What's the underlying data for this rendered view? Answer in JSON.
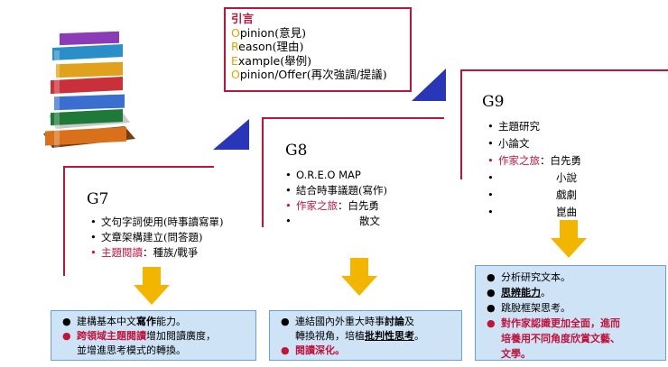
{
  "intro": {
    "title": "引言",
    "rows": [
      {
        "letter": "O",
        "rest": "pinion",
        "zh": "(意見)"
      },
      {
        "letter": "R",
        "rest": "eason",
        "zh": "(理由)"
      },
      {
        "letter": "E",
        "rest": "xample",
        "zh": "(舉例)"
      },
      {
        "letter": "O",
        "rest": "pinion/Offer",
        "zh": "(再次強調/提議)"
      }
    ]
  },
  "g7": {
    "title": "G7",
    "items": [
      {
        "text": "文句字詞使用(時事讀寫單)"
      },
      {
        "text": "文章架構建立(問答題)"
      },
      {
        "red": "主題閱讀",
        "text": "：種族/戰爭"
      }
    ]
  },
  "g8": {
    "title": "G8",
    "items": [
      {
        "text": "O.R.E.O  MAP"
      },
      {
        "text": "結合時事議題(寫作)"
      },
      {
        "red": "作家之旅",
        "text": "：白先勇"
      },
      {
        "text": "散文"
      }
    ]
  },
  "g9": {
    "title": "G9",
    "items": [
      {
        "text": "主題研究"
      },
      {
        "text": "小論文"
      },
      {
        "red": "作家之旅",
        "text": "：白先勇"
      },
      {
        "text": "小說"
      },
      {
        "text": "戲劇"
      },
      {
        "text": "崑曲"
      }
    ]
  },
  "box7": {
    "l1a": "建構基本中文",
    "l1b": "寫作",
    "l1c": "能力。",
    "l2a": "跨領域主題閱讀",
    "l2b": "增加閱讀廣度，",
    "l2c": "並增進思考模式的轉換。"
  },
  "box8": {
    "l1a": "連結國內外重大時事",
    "l1b": "討論",
    "l1c": "及",
    "l1d": "轉換視角，培植",
    "l1e": "批判性思考",
    "l1f": "。",
    "l2": "閱讀深化。"
  },
  "box9": {
    "l1": "分析研究文本。",
    "l2a": "思辨能力",
    "l2b": "。",
    "l3": "跳脫框架思考。",
    "l4a": "對作家認識更加全面，進而",
    "l4b": "培養用不同角度欣賞文藝、",
    "l4c": "文學。"
  },
  "colors": {
    "accent": "#c0143c",
    "arrow": "#f2b600",
    "box": "#cfe3f7",
    "triangle": "#2a36b8"
  }
}
